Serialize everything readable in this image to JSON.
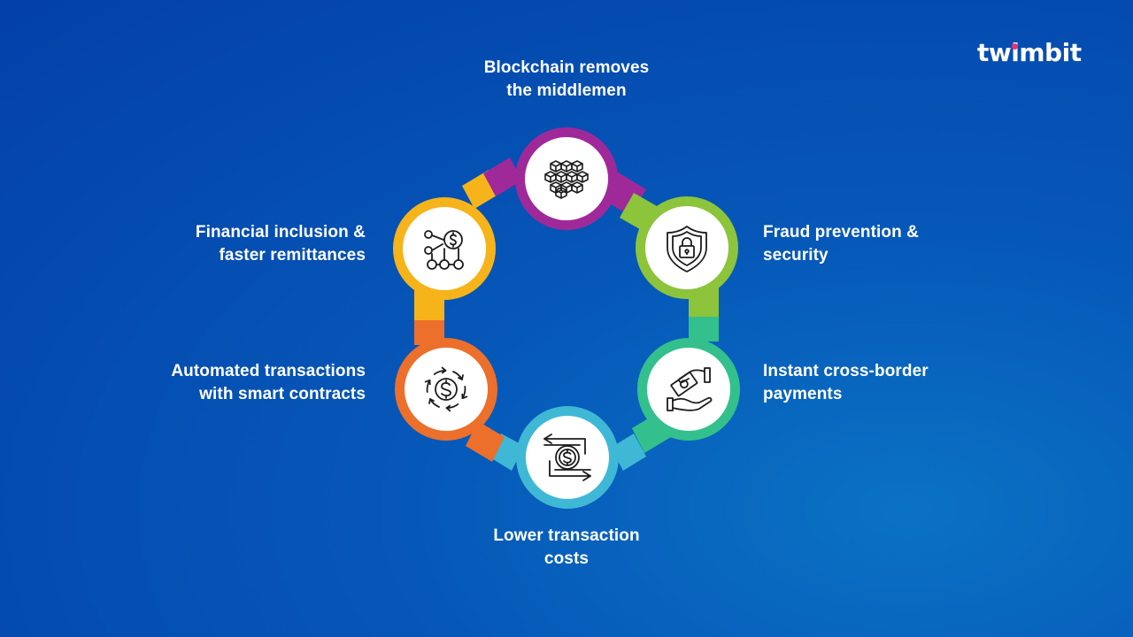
{
  "brand": {
    "name": "twimbit",
    "accent": "#e8336d"
  },
  "nodes": [
    {
      "id": "middlemen",
      "icon": "blockchain-icon",
      "color": "#a0299a",
      "lines": [
        "Blockchain removes",
        "the middlemen"
      ]
    },
    {
      "id": "fraud",
      "icon": "shield-lock-icon",
      "color": "#8cc43b",
      "lines": [
        "Fraud prevention &",
        "security"
      ]
    },
    {
      "id": "payments",
      "icon": "money-handshake-icon",
      "color": "#33c08c",
      "lines": [
        "Instant cross-border",
        "payments"
      ]
    },
    {
      "id": "costs",
      "icon": "money-exchange-icon",
      "color": "#3fb8d6",
      "lines": [
        "Lower transaction",
        "costs"
      ]
    },
    {
      "id": "automated",
      "icon": "dollar-cycle-icon",
      "color": "#ec6f2c",
      "lines": [
        "Automated transactions",
        "with smart contracts"
      ]
    },
    {
      "id": "inclusion",
      "icon": "dollar-network-icon",
      "color": "#f6b41a",
      "lines": [
        "Financial inclusion &",
        "faster remittances"
      ]
    }
  ]
}
